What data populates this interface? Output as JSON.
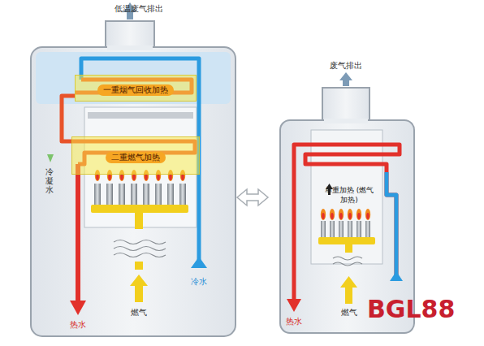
{
  "diagram": {
    "nodes": [
      {
        "text": [
          "一重烟气回收加热"
        ]
      },
      {
        "text": [
          "二重燃气加热"
        ]
      }
    ],
    "edges": [
      {
        "from": 0,
        "to": 1,
        "arrow": "none"
      }
    ],
    "labels": [
      "低温废气排出",
      "冷凝水",
      "热水",
      "燃气",
      "冷水",
      "废气排出",
      "单重加热 (燃气加热)",
      "热水",
      "燃气",
      "BGL88"
    ]
  }
}
